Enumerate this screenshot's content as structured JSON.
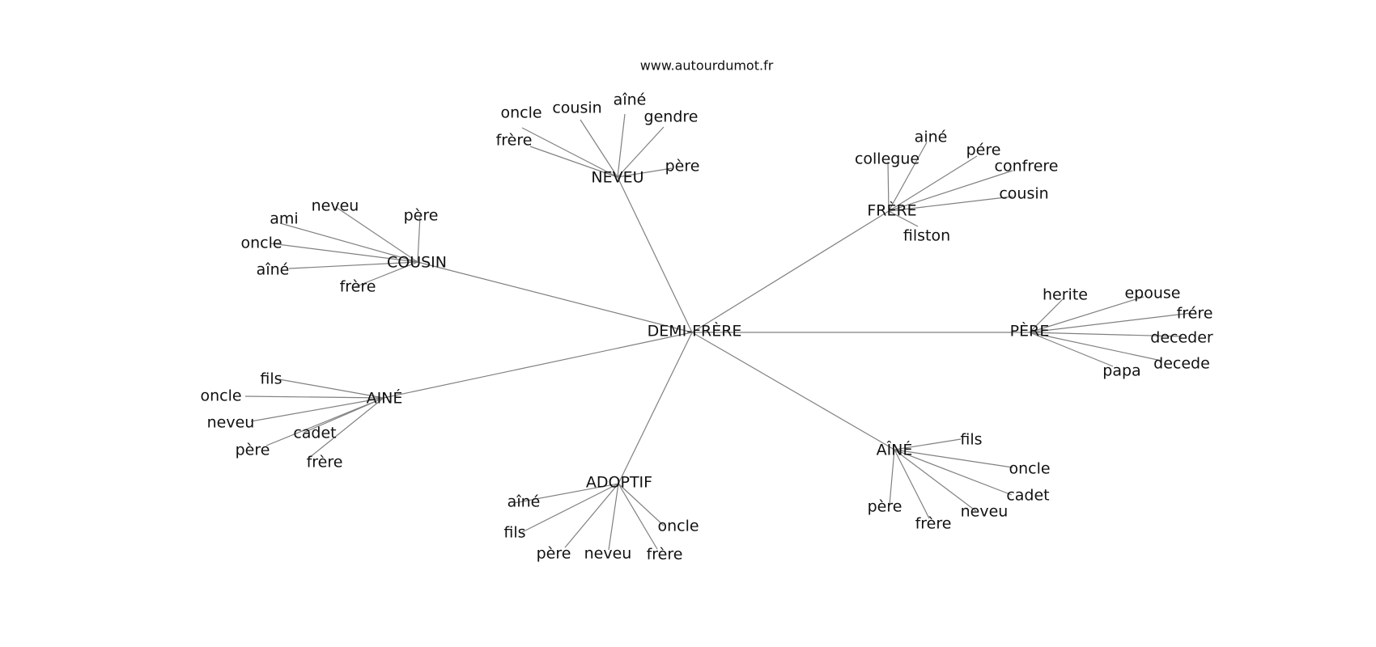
{
  "website": "www.autourdumot.fr",
  "center": "DEMI-FRÈRE",
  "clusters": [
    {
      "id": "neveu",
      "label": "NEVEU",
      "words": [
        "oncle",
        "cousin",
        "aîné",
        "gendre",
        "frère",
        "père"
      ]
    },
    {
      "id": "frere",
      "label": "FRÈRE",
      "words": [
        "ainé",
        "collegue",
        "pére",
        "confrere",
        "cousin",
        "filston"
      ]
    },
    {
      "id": "cousin",
      "label": "COUSIN",
      "words": [
        "neveu",
        "père",
        "ami",
        "oncle",
        "aîné",
        "frère"
      ]
    },
    {
      "id": "pere",
      "label": "PÈRE",
      "words": [
        "herite",
        "epouse",
        "frére",
        "deceder",
        "decede",
        "papa"
      ]
    },
    {
      "id": "aine1",
      "label": "AINÉ",
      "words": [
        "fils",
        "oncle",
        "neveu",
        "cadet",
        "père",
        "frère"
      ]
    },
    {
      "id": "aine2",
      "label": "AÎNÉ",
      "words": [
        "fils",
        "oncle",
        "cadet",
        "neveu",
        "père",
        "frère"
      ]
    },
    {
      "id": "adoptif",
      "label": "ADOPTIF",
      "words": [
        "aîné",
        "fils",
        "oncle",
        "père",
        "neveu",
        "frère"
      ]
    }
  ]
}
